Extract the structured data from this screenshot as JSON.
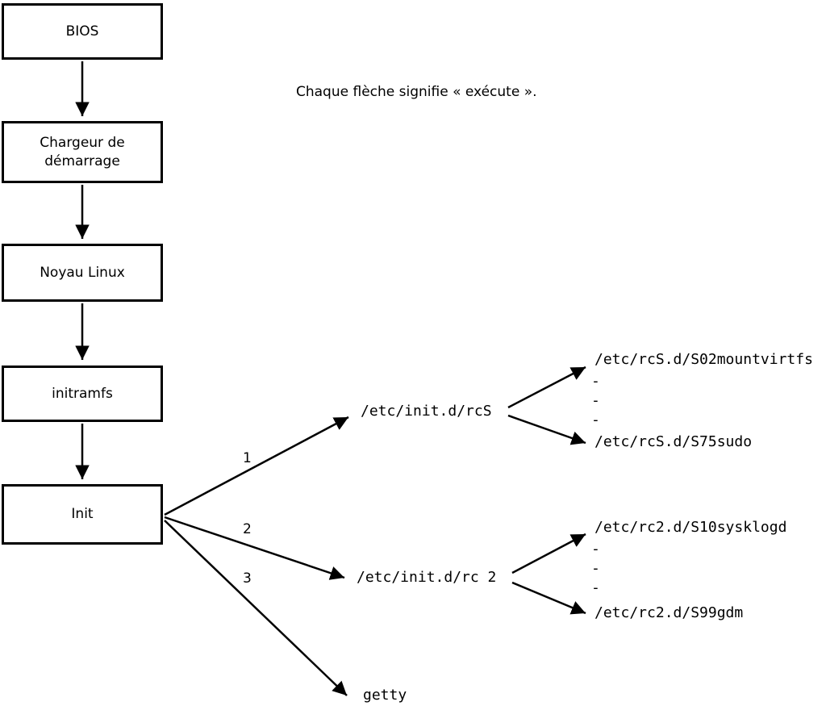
{
  "caption": "Chaque flèche signifie « exécute ».",
  "boxes": {
    "bios": "BIOS",
    "bootloader_line1": "Chargeur de",
    "bootloader_line2": "démarrage",
    "kernel": "Noyau Linux",
    "initramfs": "initramfs",
    "init": "Init"
  },
  "branch_labels": {
    "one": "1",
    "two": "2",
    "three": "3"
  },
  "nodes": {
    "rcs": "/etc/init.d/rcS",
    "rc2": "/etc/init.d/rc 2",
    "getty": "getty",
    "rcs_first": "/etc/rcS.d/S02mountvirtfs",
    "rcs_last": "/etc/rcS.d/S75sudo",
    "rc2_first": "/etc/rc2.d/S10sysklogd",
    "rc2_last": "/etc/rc2.d/S99gdm",
    "ellipsis_dash": "-"
  },
  "colors": {
    "stroke": "#000000",
    "background": "#ffffff"
  }
}
